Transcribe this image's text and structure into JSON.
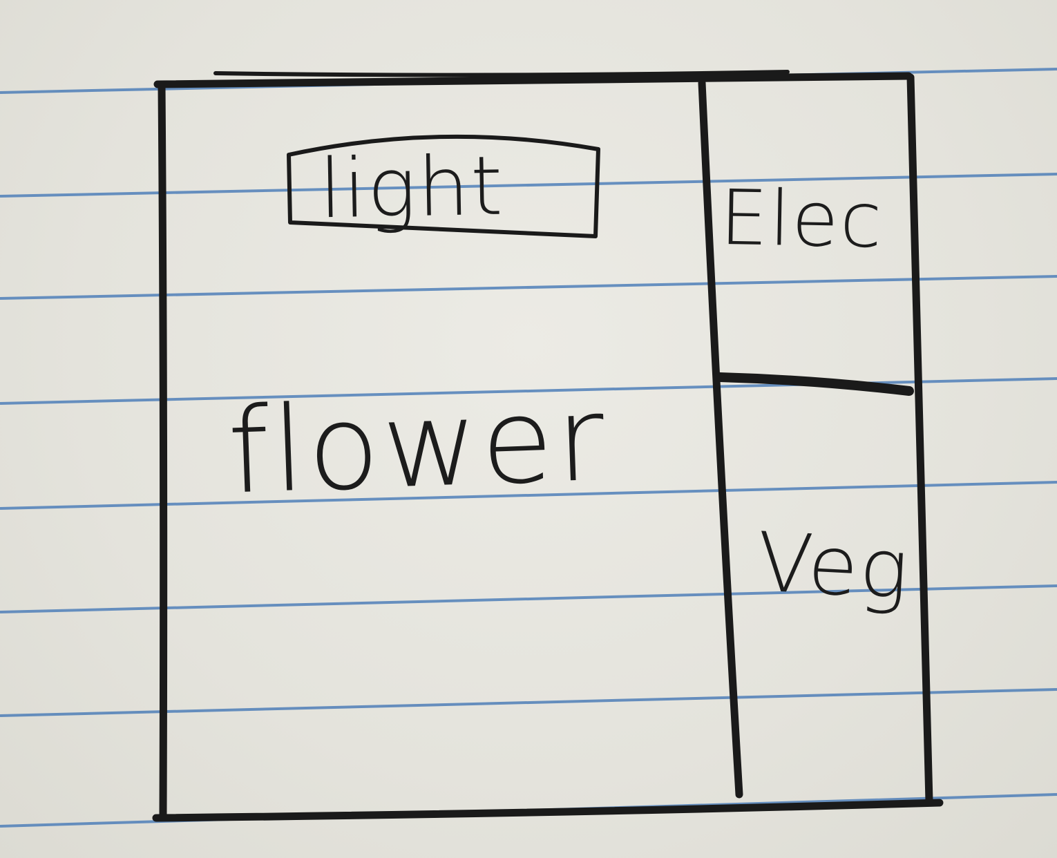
{
  "diagram": {
    "labels": {
      "light": "light",
      "flower": "flower",
      "elec": "Elec",
      "veg": "Veg"
    },
    "colors": {
      "ink": "#1a1a1a",
      "rule_line": "#4f7fb8",
      "paper": "#e6e6df"
    }
  }
}
